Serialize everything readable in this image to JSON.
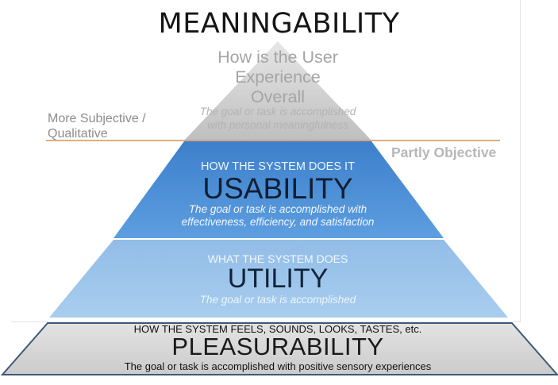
{
  "title": "MEANINGABILITY",
  "meaningability": {
    "question_lines": [
      "How is the User",
      "Experience",
      "Overall"
    ],
    "description_lines": [
      "The goal or task is accomplished",
      "with personal meaningfulness"
    ]
  },
  "divider": {
    "left_note_lines": [
      "More Subjective /",
      "Qualitative"
    ],
    "right_note": "Partly Objective",
    "color": "#d4915c"
  },
  "usability": {
    "subtitle": "HOW THE SYSTEM DOES IT",
    "name": "USABILITY",
    "description_lines": [
      "The goal or task is accomplished with",
      "effectiveness, efficiency, and satisfaction"
    ],
    "color": "#4a8fd6"
  },
  "utility": {
    "subtitle": "WHAT THE SYSTEM DOES",
    "name": "UTILITY",
    "description": "The goal or task is accomplished",
    "color": "#9fc6eb"
  },
  "pleasurability": {
    "subtitle": "HOW THE SYSTEM FEELS, SOUNDS, LOOKS, TASTES, etc.",
    "name": "PLEASURABILITY",
    "description": "The goal or task is accomplished with positive sensory experiences",
    "color": "#d9d9d9",
    "border_color": "#3f5a78"
  },
  "meaning_color": "#c8c8c8"
}
